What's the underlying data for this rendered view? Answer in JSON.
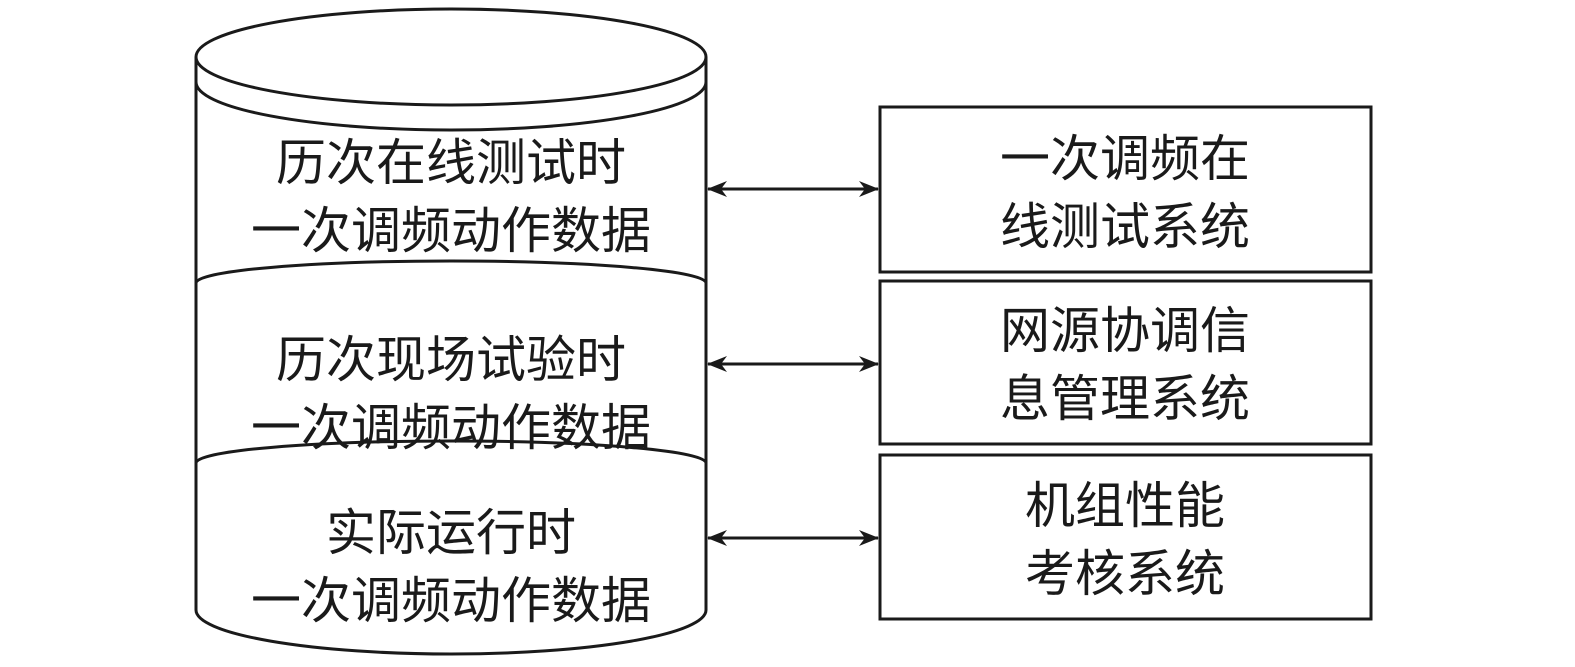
{
  "database": {
    "segments": [
      {
        "line1": "历次在线测试时",
        "line2": "一次调频动作数据"
      },
      {
        "line1": "历次现场试验时",
        "line2": "一次调频动作数据"
      },
      {
        "line1": "实际运行时",
        "line2": "一次调频动作数据"
      }
    ]
  },
  "systems": [
    {
      "line1": "一次调频在",
      "line2": "线测试系统"
    },
    {
      "line1": "网源协调信",
      "line2": "息管理系统"
    },
    {
      "line1": "机组性能",
      "line2": "考核系统"
    }
  ],
  "colors": {
    "stroke": "#1a1a1a",
    "fill": "#ffffff"
  }
}
